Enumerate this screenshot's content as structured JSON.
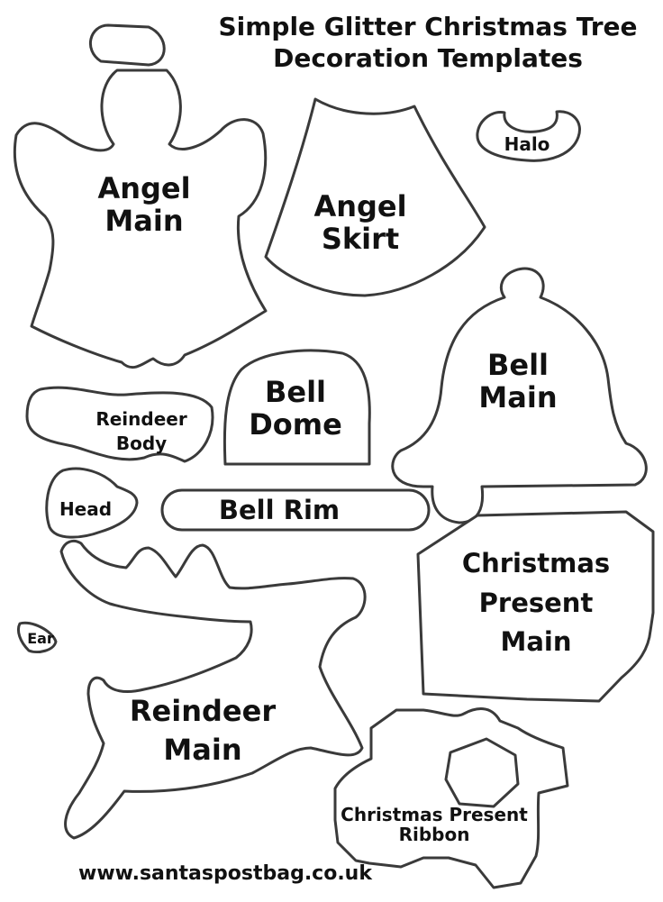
{
  "title": {
    "line1": "Simple Glitter Christmas Tree",
    "line2": "Decoration Templates"
  },
  "templates": {
    "angel_main": [
      "Angel",
      "Main"
    ],
    "angel_skirt": [
      "Angel",
      "Skirt"
    ],
    "halo": "Halo",
    "bell_main": [
      "Bell",
      "Main"
    ],
    "bell_dome": [
      "Bell",
      "Dome"
    ],
    "reindeer_body": [
      "Reindeer",
      "Body"
    ],
    "head": "Head",
    "bell_rim": "Bell Rim",
    "ear": "Ear",
    "present_main": [
      "Christmas",
      "Present",
      "Main"
    ],
    "reindeer_main": [
      "Reindeer",
      "Main"
    ],
    "present_ribbon": [
      "Christmas Present",
      "Ribbon"
    ]
  },
  "footer": "www.santaspostbag.co.uk",
  "colors": {
    "outline": "#3a3a3a",
    "text": "#111111",
    "background": "#ffffff"
  }
}
